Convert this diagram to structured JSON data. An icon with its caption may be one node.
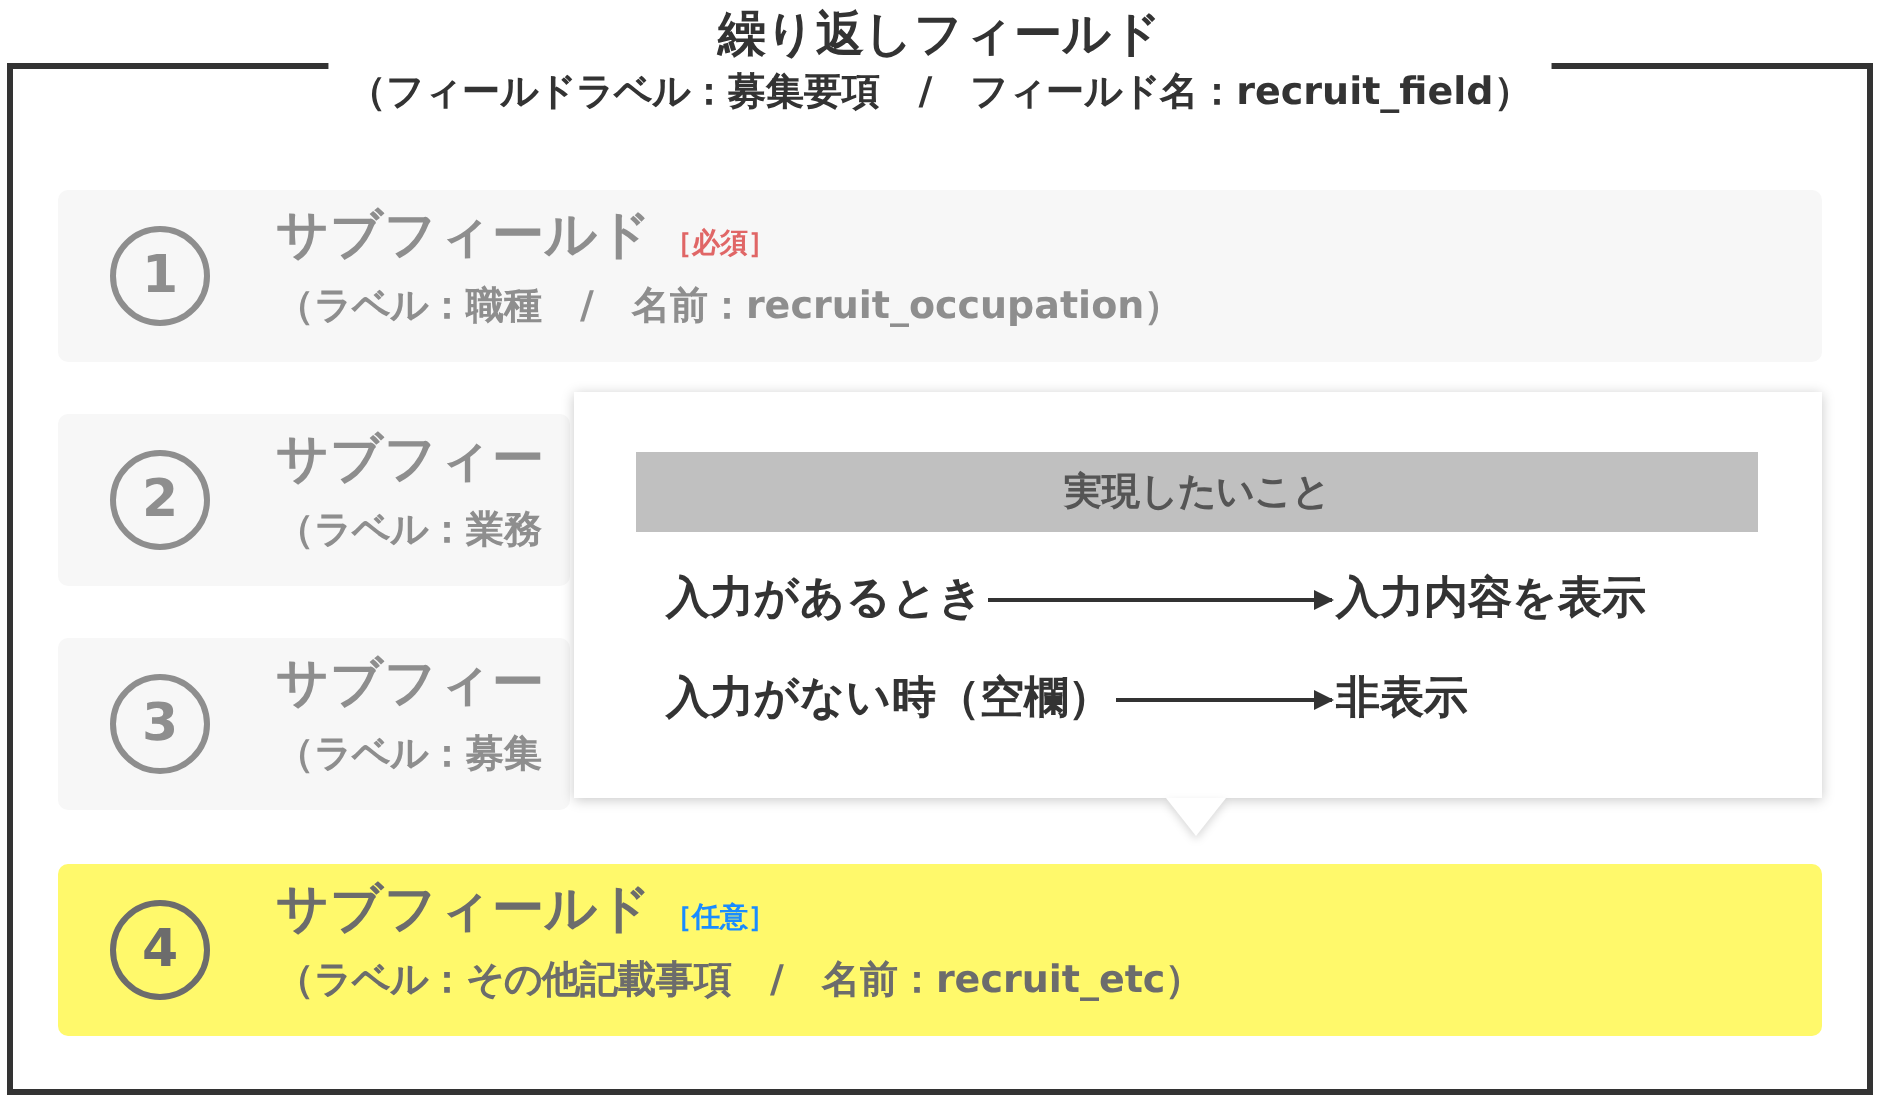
{
  "diagram": {
    "nodes": [
      {
        "text": [
          "繰り返しフィールド",
          "（フィールドラベル：募集要項　/　フィールド名：recruit_field）"
        ]
      },
      {
        "text": [
          "サブフィールド",
          "［必須］",
          "（ラベル：職種　/　名前：recruit_occupation）"
        ],
        "in": 0
      },
      {
        "text": [
          "1"
        ],
        "in": 1
      },
      {
        "text": [
          "サブフィー",
          "（ラベル：業務"
        ],
        "in": 0
      },
      {
        "text": [
          "2"
        ],
        "in": 3
      },
      {
        "text": [
          "サブフィー",
          "（ラベル：募集"
        ],
        "in": 0
      },
      {
        "text": [
          "3"
        ],
        "in": 5
      },
      {
        "text": [],
        "shape": "box",
        "in": 0
      },
      {
        "text": [
          "実現したいこと"
        ],
        "in": 7
      },
      {
        "text": [
          "入力があるとき"
        ],
        "in": 7
      },
      {
        "text": [
          "入力内容を表示"
        ],
        "in": 7
      },
      {
        "text": [
          "入力がない時（空欄）"
        ],
        "in": 7
      },
      {
        "text": [
          "非表示"
        ],
        "in": 7
      },
      {
        "text": [
          "サブフィールド",
          "［任意］",
          "（ラベル：その他記載事項　/　名前：recruit_etc）"
        ],
        "in": 0
      },
      {
        "text": [
          "4"
        ],
        "in": 13
      }
    ],
    "edges": [
      {
        "from": 9,
        "to": 10,
        "arrow": "to"
      },
      {
        "from": 11,
        "to": 12,
        "arrow": "to"
      }
    ]
  }
}
